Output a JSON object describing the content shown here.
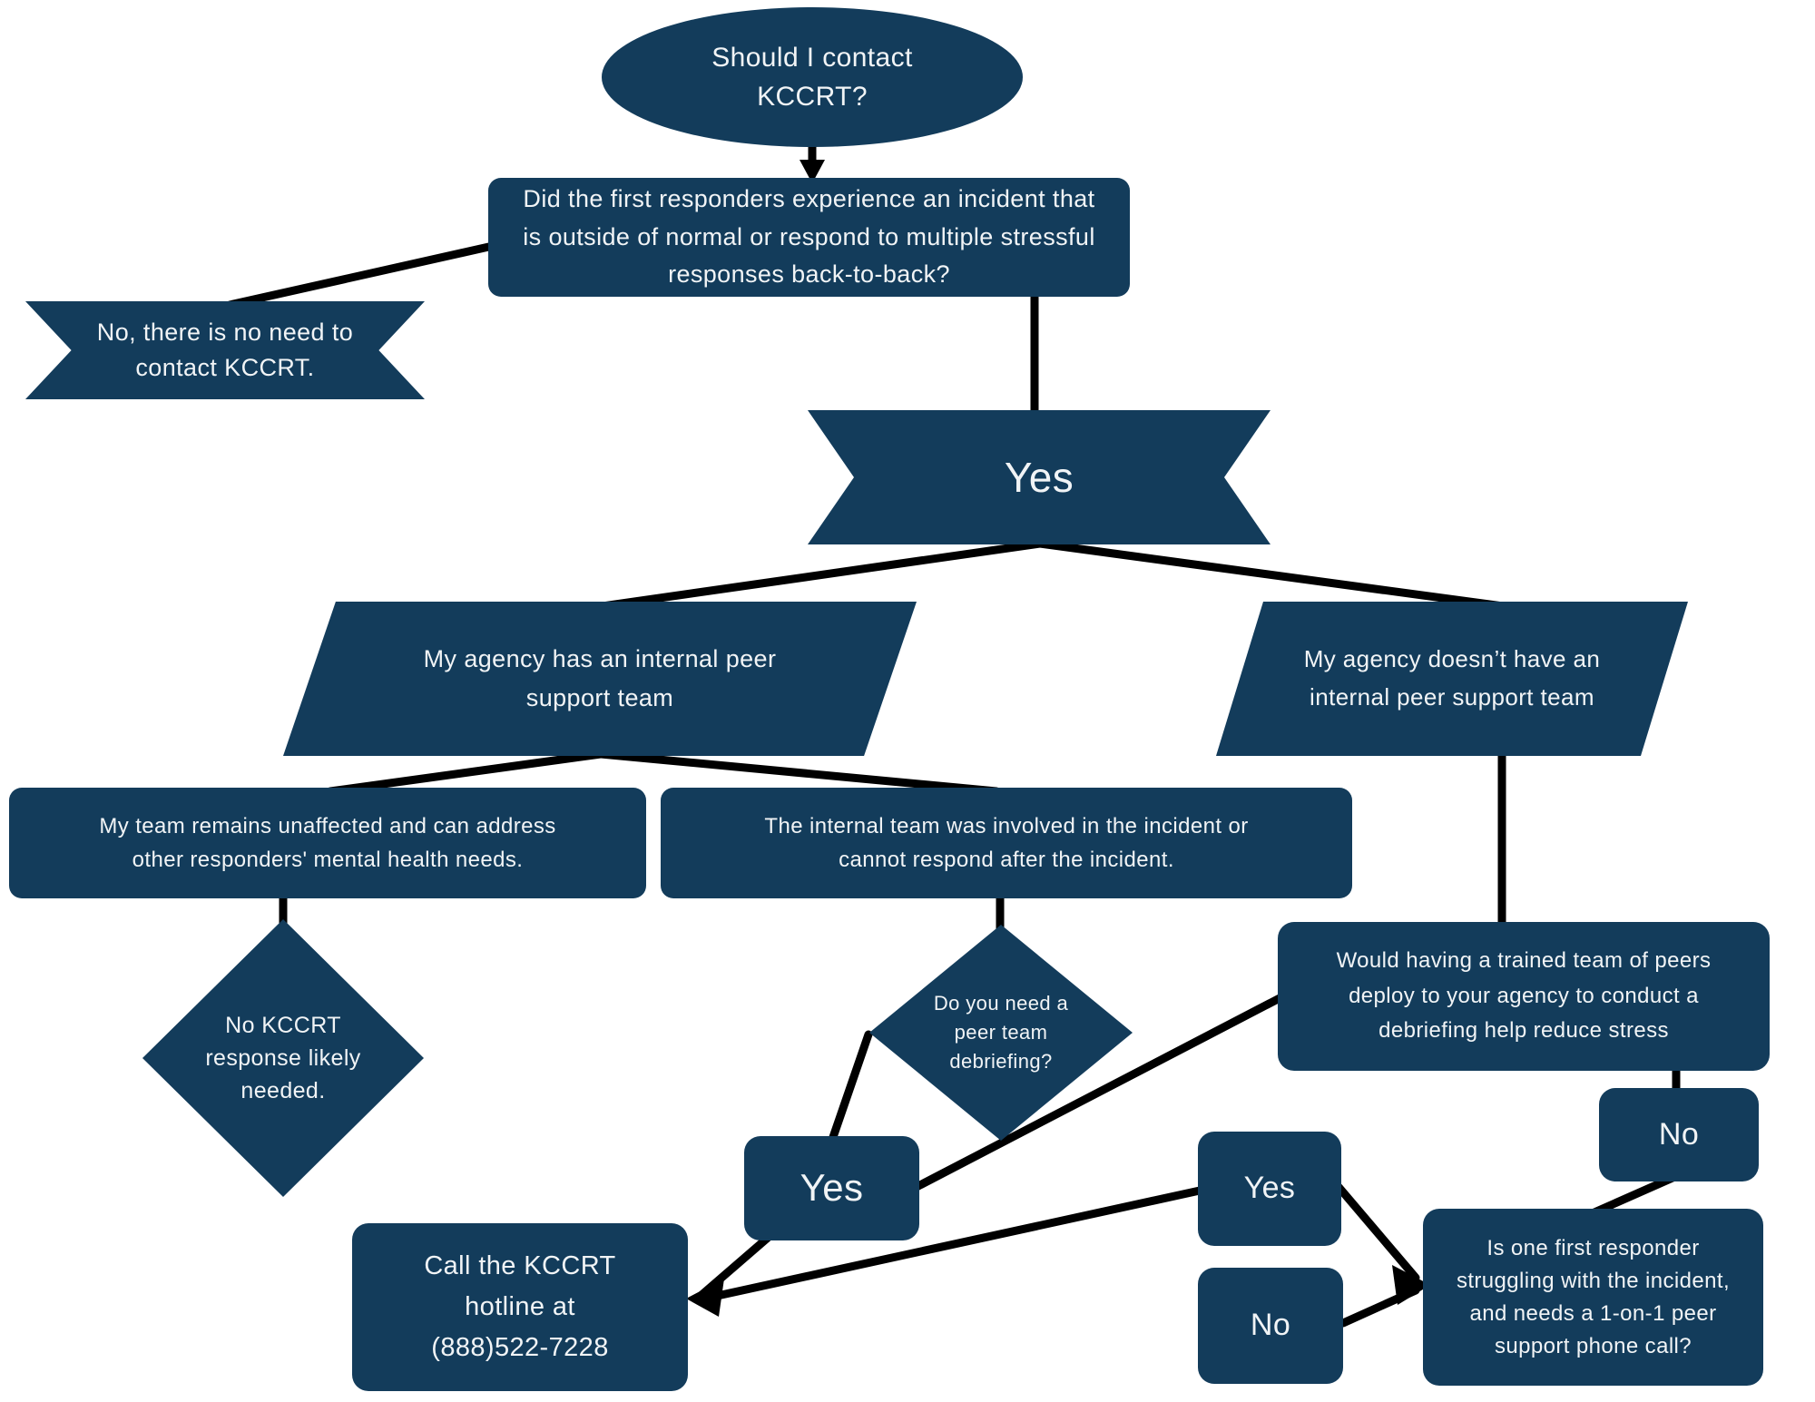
{
  "colors": {
    "background": "#ffffff",
    "node_fill": "#133C5B",
    "node_text": "#F1F4F6",
    "connector": "#000000"
  },
  "diagram": {
    "type": "flowchart",
    "nodes": {
      "start": {
        "shape": "ellipse",
        "label": "Should I contact KCCRT?"
      },
      "q_incident": {
        "shape": "rounded-rect",
        "label": "Did the first responders experience an incident that is outside of normal or respond to multiple stressful responses back-to-back?"
      },
      "no_need_banner": {
        "shape": "ribbon",
        "label": "No, there is no need to contact KCCRT."
      },
      "yes_banner": {
        "shape": "ribbon",
        "label": "Yes"
      },
      "agency_has_team": {
        "shape": "parallelogram",
        "label": "My agency has an internal peer support team"
      },
      "agency_no_team": {
        "shape": "parallelogram",
        "label": "My agency doesn’t have an internal peer support team"
      },
      "team_unaffected": {
        "shape": "rounded-rect",
        "label": "My team remains unaffected and can address other responders' mental health needs."
      },
      "team_involved": {
        "shape": "rounded-rect",
        "label": "The internal team was involved in the incident or cannot respond after the incident."
      },
      "no_response_needed": {
        "shape": "diamond",
        "label": "No KCCRT response likely needed."
      },
      "need_debriefing": {
        "shape": "diamond",
        "label": "Do you need a peer team debriefing?"
      },
      "would_debriefing_help": {
        "shape": "rounded-rect",
        "label": "Would having a trained team of peers deploy to your agency to conduct a debriefing help reduce stress"
      },
      "deploy_no": {
        "shape": "rounded-rect",
        "label": "No"
      },
      "debrief_yes": {
        "shape": "rounded-rect",
        "label": "Yes"
      },
      "struggle_yes": {
        "shape": "rounded-rect",
        "label": "Yes"
      },
      "struggle_no": {
        "shape": "rounded-rect",
        "label": "No"
      },
      "call_hotline": {
        "shape": "rounded-rect",
        "label": "Call the KCCRT hotline at (888)522-7228"
      },
      "one_responder_struggling": {
        "shape": "rounded-rect",
        "label": "Is one first responder struggling with the incident, and needs a 1-on-1 peer support phone call?"
      }
    }
  }
}
